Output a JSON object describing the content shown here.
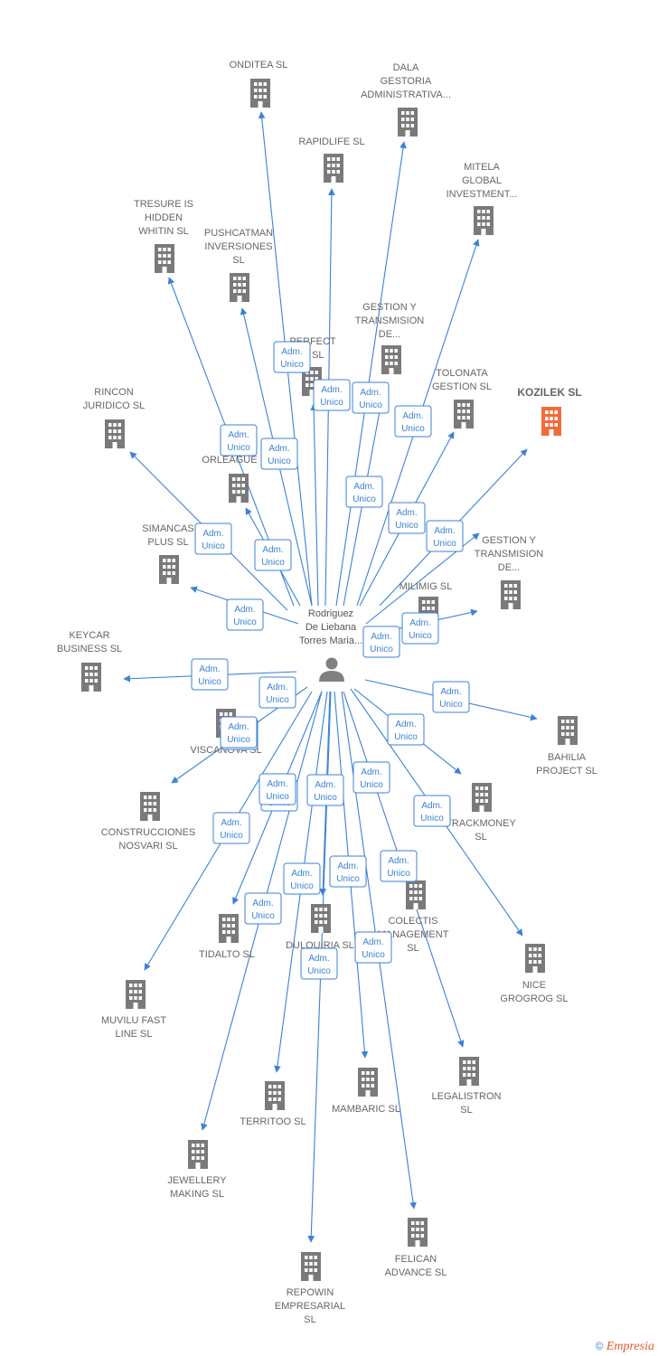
{
  "center": {
    "label_lines": [
      "Rodriguez",
      "De Liebana",
      "Torres Maria..."
    ]
  },
  "badge": {
    "line1": "Adm.",
    "line2": "Unico"
  },
  "colors": {
    "edge": "#3b82d6",
    "building": "#7a7a7a",
    "highlight": "#f26b3a",
    "person": "#808080"
  },
  "nodes": [
    {
      "id": "onditea",
      "lines": [
        "ONDITEA  SL"
      ]
    },
    {
      "id": "dala",
      "lines": [
        "DALA",
        "GESTORIA",
        "ADMINISTRATIVA..."
      ]
    },
    {
      "id": "rapidlife",
      "lines": [
        "RAPIDLIFE  SL"
      ]
    },
    {
      "id": "mitela",
      "lines": [
        "MITELA",
        "GLOBAL",
        "INVESTMENT..."
      ]
    },
    {
      "id": "tresure",
      "lines": [
        "TRESURE IS",
        "HIDDEN",
        "WHITIN  SL"
      ]
    },
    {
      "id": "pushcatman",
      "lines": [
        "PUSHCATMAN",
        "INVERSIONES",
        "SL"
      ]
    },
    {
      "id": "gestion1",
      "lines": [
        "GESTION Y",
        "TRANSMISION",
        "DE..."
      ]
    },
    {
      "id": "perfect",
      "lines": [
        "PERFECT",
        "G  SL"
      ]
    },
    {
      "id": "tolonata",
      "lines": [
        "TOLONATA",
        "GESTION  SL"
      ]
    },
    {
      "id": "kozilek",
      "lines": [
        "KOZILEK  SL"
      ],
      "highlight": true
    },
    {
      "id": "rincon",
      "lines": [
        "RINCON",
        "JURIDICO SL"
      ]
    },
    {
      "id": "orleague",
      "lines": [
        "ORLEAGUE"
      ]
    },
    {
      "id": "gestion2",
      "lines": [
        "GESTION Y",
        "TRANSMISION",
        "DE..."
      ]
    },
    {
      "id": "simancas",
      "lines": [
        "SIMANCAS",
        "PLUS  SL"
      ]
    },
    {
      "id": "milimig",
      "lines": [
        "MILIMIG  SL"
      ]
    },
    {
      "id": "keycar",
      "lines": [
        "KEYCAR",
        "BUSINESS  SL"
      ]
    },
    {
      "id": "viscanova",
      "lines": [
        "VISCANOVA  SL"
      ]
    },
    {
      "id": "bahilia",
      "lines": [
        "BAHILIA",
        "PROJECT  SL"
      ]
    },
    {
      "id": "construcciones",
      "lines": [
        "CONSTRUCCIONES",
        "NOSVARI SL"
      ]
    },
    {
      "id": "trackmoney",
      "lines": [
        "TRACKMONEY",
        "SL"
      ]
    },
    {
      "id": "colectis",
      "lines": [
        "COLECTIS",
        "MANAGEMENT",
        "SL"
      ]
    },
    {
      "id": "tidalto",
      "lines": [
        "TIDALTO  SL"
      ]
    },
    {
      "id": "dulquiria",
      "lines": [
        "DULQUIRIA  SL"
      ]
    },
    {
      "id": "nice",
      "lines": [
        "NICE",
        "GROGROG  SL"
      ]
    },
    {
      "id": "muvilu",
      "lines": [
        "MUVILU FAST",
        "LINE  SL"
      ]
    },
    {
      "id": "territoo",
      "lines": [
        "TERRITOO  SL"
      ]
    },
    {
      "id": "mambaric",
      "lines": [
        "MAMBARIC  SL"
      ]
    },
    {
      "id": "legalistron",
      "lines": [
        "LEGALISTRON",
        "SL"
      ]
    },
    {
      "id": "jewellery",
      "lines": [
        "JEWELLERY",
        "MAKING  SL"
      ]
    },
    {
      "id": "felican",
      "lines": [
        "FELICAN",
        "ADVANCE  SL"
      ]
    },
    {
      "id": "repowin",
      "lines": [
        "REPOWIN",
        "EMPRESARIAL",
        "SL"
      ]
    }
  ],
  "footer": {
    "copyright": "©",
    "brand": "Empresia"
  }
}
